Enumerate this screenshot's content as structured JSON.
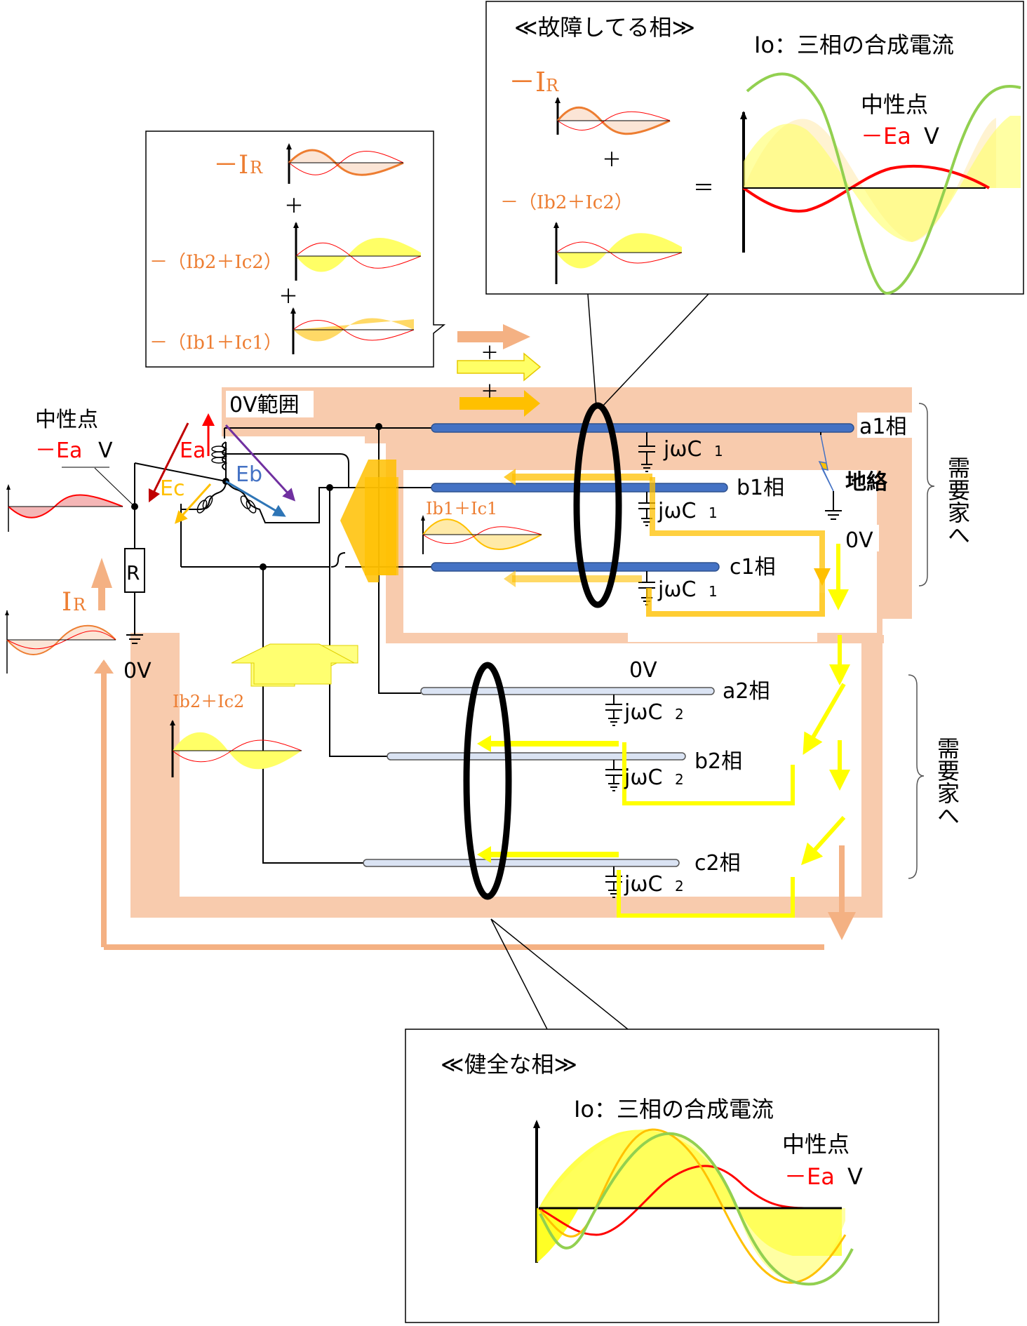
{
  "colors": {
    "orange": "#ed7d31",
    "light_orange": "#f4b183",
    "yellow": "#ffff00",
    "gold": "#ffc000",
    "red": "#ff0000",
    "green": "#92d050",
    "blue": "#4472c4",
    "purple": "#7030a0",
    "salmon_band": "#f8cbad"
  },
  "labels": {
    "neutral": "中性点",
    "neg_ea": "－Ea",
    "volt_unit": "V",
    "r": "R",
    "ir": "I",
    "ir_sub": "R",
    "zero_v": "0V",
    "zero_v_range": "0V範囲",
    "ea": "Ea",
    "eb": "Eb",
    "ec": "Ec",
    "ib2ic2": "Ib2＋Ic2",
    "ib1ic1": "Ib1＋Ic1",
    "a1": "a1相",
    "b1": "b1相",
    "c1": "c1相",
    "a2": "a2相",
    "b2": "b2相",
    "c2": "c2相",
    "jwc1": "jωC",
    "jwc2": "jωC",
    "sub1": "1",
    "sub2": "2",
    "ground_fault": "地絡",
    "to_customer": "需要家へ",
    "plus": "＋",
    "equals": "＝"
  },
  "box_left": {
    "neg_ir": "－I",
    "neg_ir_sub": "R",
    "neg_ib2ic2": "－（Ib2＋Ic2）",
    "neg_ib1ic1": "－（Ib1＋Ic1）",
    "plus": "＋"
  },
  "box_fault": {
    "title": "≪故障してる相≫",
    "io": "Io：三相の合成電流",
    "neg_ir": "－I",
    "neg_ir_sub": "R",
    "neg_ib2ic2": "－（Ib2＋Ic2）",
    "plus": "＋",
    "equals": "＝",
    "neutral": "中性点",
    "neg_ea": "－Ea",
    "volt_unit": "V"
  },
  "box_healthy": {
    "title": "≪健全な相≫",
    "io": "Io：三相の合成電流",
    "neutral": "中性点",
    "neg_ea": "－Ea",
    "volt_unit": "V"
  }
}
